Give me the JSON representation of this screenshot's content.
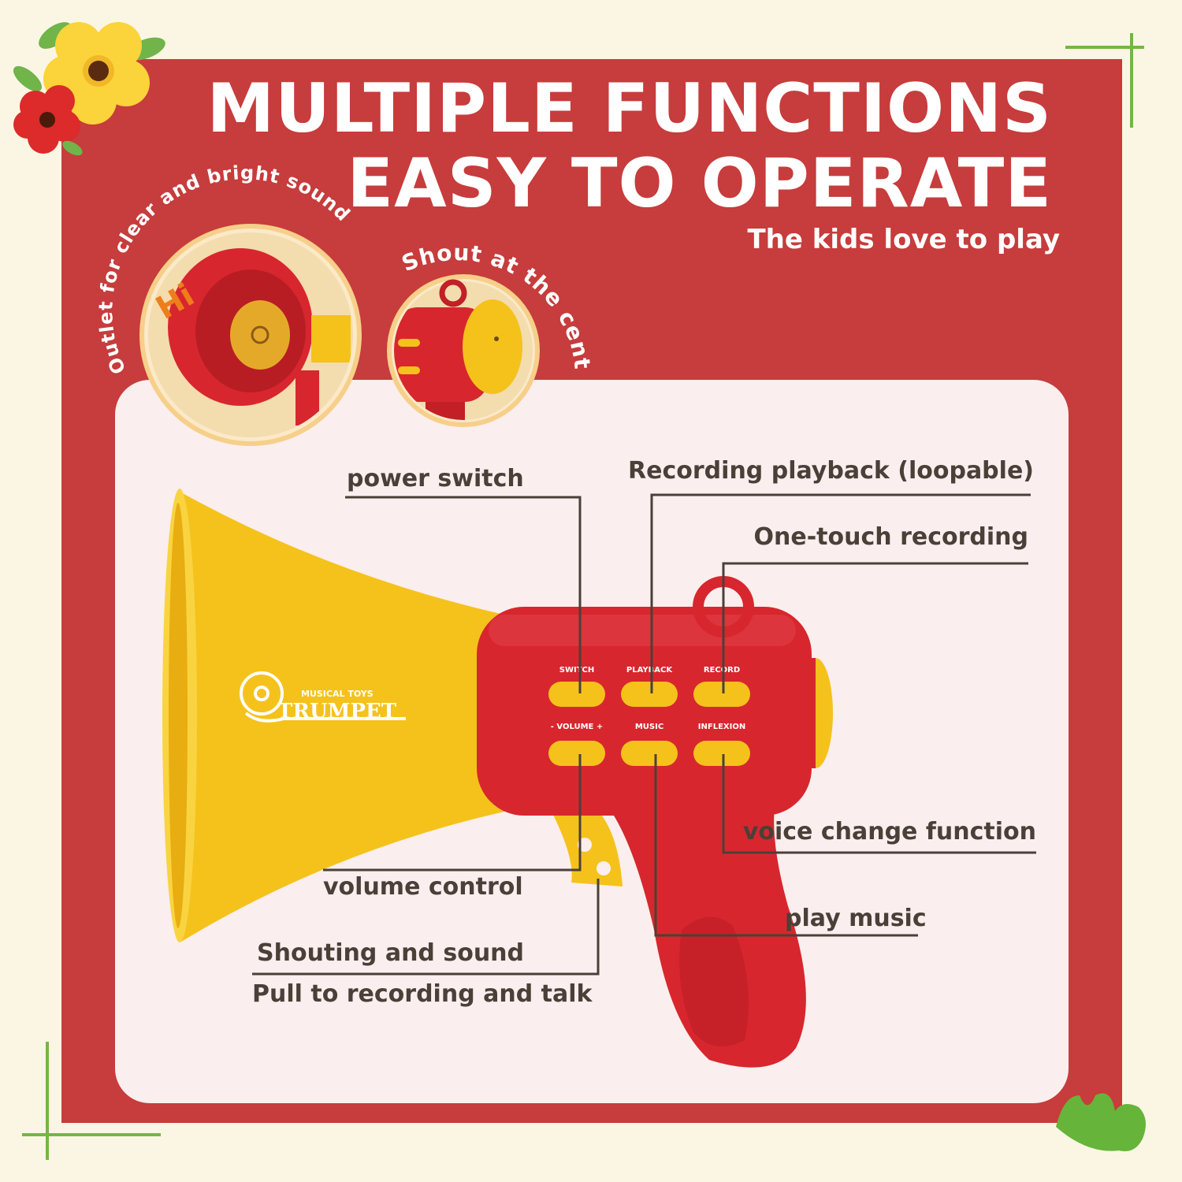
{
  "headline": {
    "line1": "MULTIPLE FUNCTIONS",
    "line2": "EASY TO OPERATE",
    "tagline": "The kids love to play"
  },
  "circles": {
    "left_label": "Outlet for clear and bright sound",
    "left_bubble": "Hi",
    "right_label": "Shout at the center."
  },
  "product": {
    "brand_small": "MUSICAL TOYS",
    "brand_big": "TRUMPET",
    "buttons": {
      "switch": "SWITCH",
      "playback": "PLAYBACK",
      "record": "RECORD",
      "volume": "- VOLUME +",
      "music": "MUSIC",
      "inflexion": "INFLEXION"
    }
  },
  "callouts": {
    "power_switch": "power switch",
    "recording_playback": "Recording playback (loopable)",
    "one_touch_recording": "One-touch recording",
    "voice_change": "voice change function",
    "volume_control": "volume control",
    "play_music": "play music",
    "shouting_sound": "Shouting and sound",
    "pull_to_record": "Pull to recording and talk"
  },
  "colors": {
    "panel_red": "#c73c3c",
    "toy_red": "#d8262e",
    "toy_yellow": "#f5c21c",
    "cream": "#fbf6e3",
    "accent_green": "#76b546"
  }
}
